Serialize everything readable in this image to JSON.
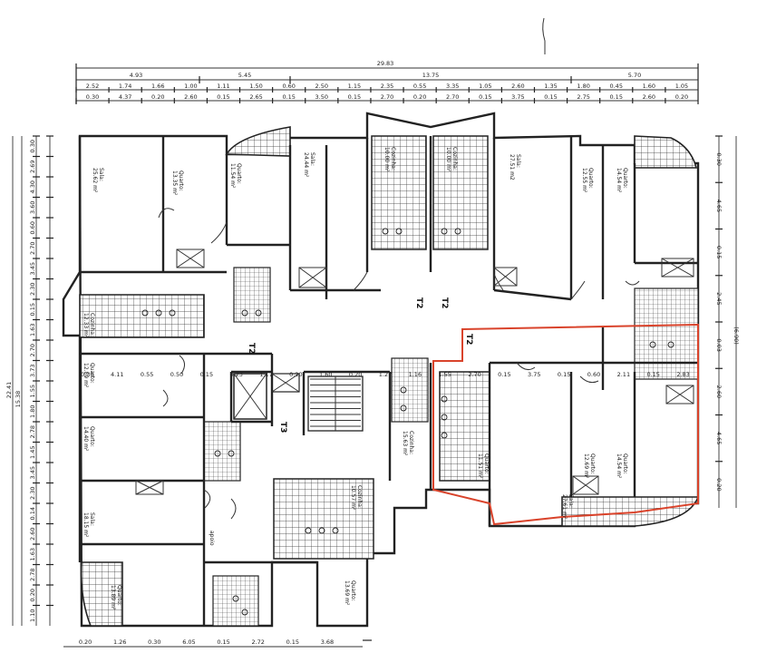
{
  "colors": {
    "highlight": "#d9432b",
    "wall": "#222222",
    "background": "#ffffff"
  },
  "dims_top": {
    "total": "29.83",
    "row1": [
      "4.93",
      "5.45",
      "13.75",
      "5.70"
    ],
    "row2": [
      "2.52",
      "1.74",
      "1.66",
      "1.00",
      "1.11",
      "1.50",
      "0.60",
      "2.50",
      "1.15",
      "2.35",
      "0.55",
      "3.35",
      "1.05",
      "2.60",
      "1.35",
      "1.80",
      "0.45",
      "1.60",
      "1.05"
    ],
    "row3": [
      "0.30",
      "4.37",
      "0.20",
      "2.60",
      "0.15",
      "2.65",
      "0.15",
      "3.50",
      "0.15",
      "2.70",
      "0.20",
      "2.70",
      "0.15",
      "3.75",
      "0.15",
      "2.75",
      "0.15",
      "2.60",
      "0.20"
    ]
  },
  "dims_left": {
    "total": "22.41",
    "secondary": "15.38",
    "row1": [
      "0.30",
      "2.69",
      "4.30",
      "3.60",
      "0.60",
      "2.70",
      "3.45",
      "2.30",
      "0.15",
      "1.63",
      "2.70",
      "3.73",
      "1.55",
      "1.80",
      "2.78",
      "1.45",
      "3.45",
      "2.30",
      "0.14",
      "2.60",
      "1.63",
      "2.78",
      "0.20",
      "1.10"
    ]
  },
  "dims_right": {
    "total": "(6.90)",
    "row1": [
      "0.30",
      "4.65",
      "0.15",
      "2.45",
      "0.03",
      "2.60",
      "4.65",
      "0.20"
    ]
  },
  "dims_bottom": [
    "0.20",
    "1.26",
    "0.30",
    "6.05",
    "0.15",
    "2.72",
    "0.15",
    "3.68"
  ],
  "dims_mid": [
    "0.30",
    "4.11",
    "0.55",
    "0.50",
    "0.15",
    "0.23",
    "1.17",
    "0.20",
    "1.60",
    "0.20",
    "1.27",
    "1.16",
    "1.55",
    "2.70",
    "0.15",
    "3.75",
    "0.15",
    "0.60",
    "2.11",
    "0.15",
    "2.83"
  ],
  "rooms": [
    {
      "name": "Sala",
      "area": "25.62 m²"
    },
    {
      "name": "Quarto",
      "area": "13.35 m²"
    },
    {
      "name": "Quarto",
      "area": "11.54 m²"
    },
    {
      "name": "Sala",
      "area": "24.44 m²"
    },
    {
      "name": "Cozinha",
      "area": "10.00 m²"
    },
    {
      "name": "Cozinha",
      "area": "10.00 m²"
    },
    {
      "name": "Sala",
      "area": "27.51 m2"
    },
    {
      "name": "Quarto",
      "area": "12.55 m²"
    },
    {
      "name": "Quarto",
      "area": "14.54 m²"
    },
    {
      "name": "Cozinha",
      "area": "12.33 m²"
    },
    {
      "name": "Quarto",
      "area": "12.89 m²"
    },
    {
      "name": "Quarto",
      "area": "14.40 m²"
    },
    {
      "name": "Sala",
      "area": "18.15 m²"
    },
    {
      "name": "Cozinha",
      "area": "15.63 m²"
    },
    {
      "name": "Quarto",
      "area": "11.51 m²"
    },
    {
      "name": "Quarto",
      "area": "12.69 m²"
    },
    {
      "name": "Quarto",
      "area": "14.54 m²"
    },
    {
      "name": "Sala",
      "area": "27.61 m²"
    },
    {
      "name": "Cozinha",
      "area": "10.57 m²"
    },
    {
      "name": "Quarto",
      "area": "13.89 m²"
    },
    {
      "name": "Quarto",
      "area": "13.69 m²"
    }
  ],
  "tags": [
    "T2",
    "T2",
    "T2",
    "T2",
    "T3"
  ],
  "misc": {
    "apoio": "apoio"
  }
}
